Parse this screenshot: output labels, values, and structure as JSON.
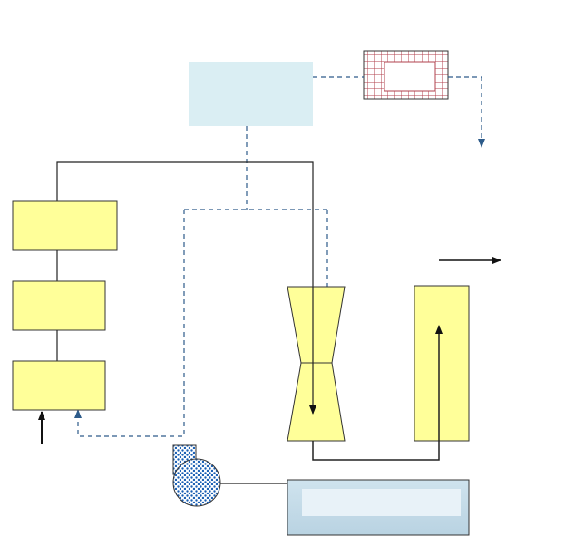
{
  "diagram": {
    "colors": {
      "box_fill": "#ffff99",
      "box_stroke": "#333333",
      "top_box_fill": "#daeef3",
      "grid_red": "#b0404e",
      "dashed_blue": "#2d5b8a",
      "solid_line": "#222222",
      "pump_dots": "#1a5fb4",
      "tank_fill": "#d4e6ef"
    },
    "nodes": [
      {
        "id": "control-unit",
        "shape": "rect",
        "fill": "top_box_fill",
        "label": ""
      },
      {
        "id": "filter-grid",
        "shape": "grid-rect",
        "label": ""
      },
      {
        "id": "stack-box-top",
        "shape": "rect",
        "fill": "box_fill",
        "label": ""
      },
      {
        "id": "stack-box-middle",
        "shape": "rect",
        "fill": "box_fill",
        "label": ""
      },
      {
        "id": "stack-box-bottom",
        "shape": "rect",
        "fill": "box_fill",
        "label": ""
      },
      {
        "id": "venturi-nozzle",
        "shape": "hourglass",
        "fill": "box_fill",
        "label": ""
      },
      {
        "id": "column-vessel",
        "shape": "rect",
        "fill": "box_fill",
        "label": ""
      },
      {
        "id": "pump",
        "shape": "pump",
        "label": ""
      },
      {
        "id": "tank",
        "shape": "tank",
        "label": ""
      }
    ],
    "connections": [
      {
        "from": "control-unit",
        "to": "filter-grid",
        "style": "dashed"
      },
      {
        "from": "filter-grid",
        "to": "outlet-down",
        "style": "dashed-arrow"
      },
      {
        "from": "control-unit",
        "to": "loop-split",
        "style": "dashed"
      },
      {
        "from": "loop-split",
        "to": "venturi-nozzle",
        "style": "dashed"
      },
      {
        "from": "loop-split",
        "to": "stack-box-bottom",
        "style": "dashed-arrow"
      },
      {
        "from": "stack-box-top",
        "to": "venturi-nozzle",
        "style": "solid-arrow"
      },
      {
        "from": "venturi-nozzle",
        "to": "column-vessel",
        "style": "solid-arrow"
      },
      {
        "from": "pump",
        "to": "tank",
        "style": "solid"
      },
      {
        "from": "inlet",
        "to": "stack-box-bottom",
        "style": "solid-arrow"
      },
      {
        "from": "column-vessel",
        "to": "outlet-right",
        "style": "solid-arrow"
      }
    ]
  }
}
